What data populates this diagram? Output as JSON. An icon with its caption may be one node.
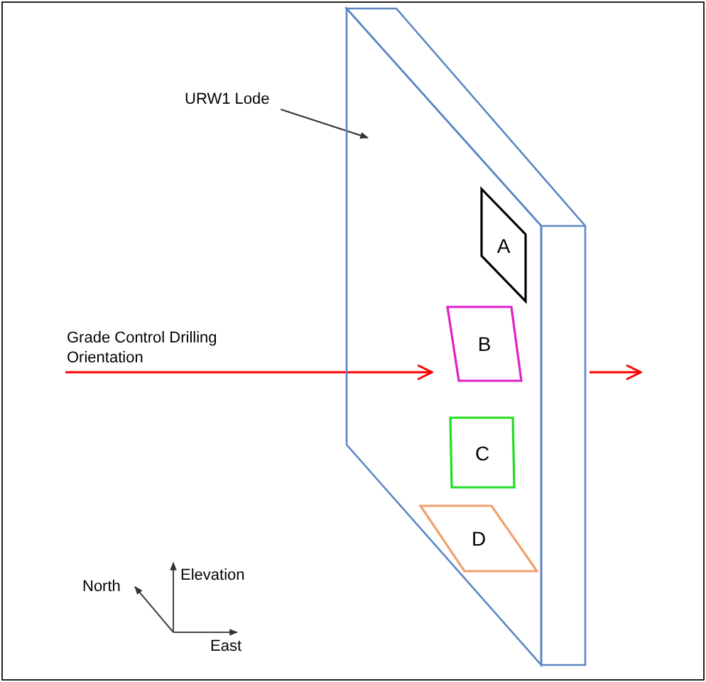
{
  "diagram": {
    "nodes": [
      {
        "text": [
          "URW1 Lode"
        ]
      },
      {
        "text": [],
        "shape": "box"
      },
      {
        "text": [
          "A"
        ],
        "in": 1
      },
      {
        "text": [
          "B"
        ],
        "in": 1
      },
      {
        "text": [
          "C"
        ],
        "in": 1
      },
      {
        "text": [
          "D"
        ],
        "in": 1
      }
    ],
    "edges": [
      {
        "from": 0,
        "to": 1,
        "arrow": "to",
        "color": "#333333"
      },
      {
        "from": null,
        "to": 3,
        "arrow": "to",
        "label": "Grade Control Drilling Orientation",
        "color": "#ff0000"
      },
      {
        "from": 1,
        "to": null,
        "arrow": "to",
        "color": "#ff0000"
      }
    ],
    "labels": [
      "Elevation",
      "North",
      "East"
    ]
  }
}
